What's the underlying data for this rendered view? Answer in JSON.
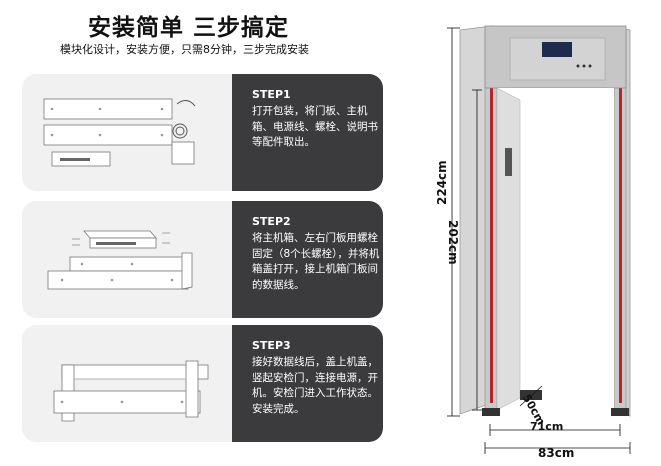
{
  "header": {
    "title": "安装简单 三步搞定",
    "subtitle": "模块化设计，安装方便，只需8分钟，三步完成安装"
  },
  "steps": [
    {
      "label": "STEP1",
      "text": "打开包装，将门板、主机箱、电源线、螺栓、说明书等配件取出。"
    },
    {
      "label": "STEP2",
      "text": "将主机箱、左右门板用螺栓固定（8个长螺栓），并将机箱盖打开，接上机箱门板间的数据线。"
    },
    {
      "label": "STEP3",
      "text": "接好数据线后，盖上机盖，竖起安检门，连接电源，开机。安检门进入工作状态。安装完成。"
    }
  ],
  "dimensions": {
    "total_height": "224cm",
    "inner_height": "202cm",
    "depth": "50cm",
    "inner_width": "71cm",
    "outer_width": "83cm"
  },
  "colors": {
    "step_panel_bg": "#3b3b3d",
    "illustration_bg": "#f1f1f1",
    "frame_red": "#b3262c",
    "panel_silver": "#c9c9c9"
  }
}
